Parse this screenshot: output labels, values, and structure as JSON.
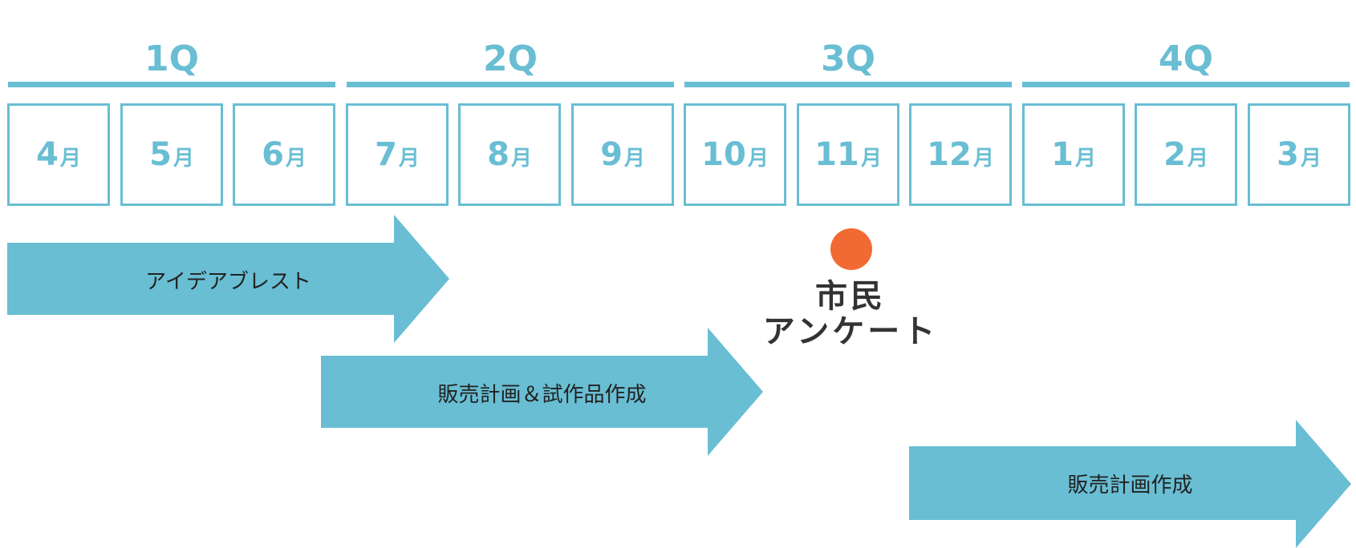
{
  "colors": {
    "accent": "#69bed3",
    "milestone_dot": "#f26a33",
    "text_dark": "#333333"
  },
  "quarters": [
    {
      "label": "1Q"
    },
    {
      "label": "2Q"
    },
    {
      "label": "3Q"
    },
    {
      "label": "4Q"
    }
  ],
  "month_unit": "月",
  "months": [
    "4",
    "5",
    "6",
    "7",
    "8",
    "9",
    "10",
    "11",
    "12",
    "1",
    "2",
    "3"
  ],
  "tasks": [
    {
      "label": "アイデアブレスト"
    },
    {
      "label": "販売計画＆試作品作成"
    },
    {
      "label": "販売計画作成"
    }
  ],
  "milestone": {
    "line1": "市民",
    "line2": "アンケート"
  }
}
